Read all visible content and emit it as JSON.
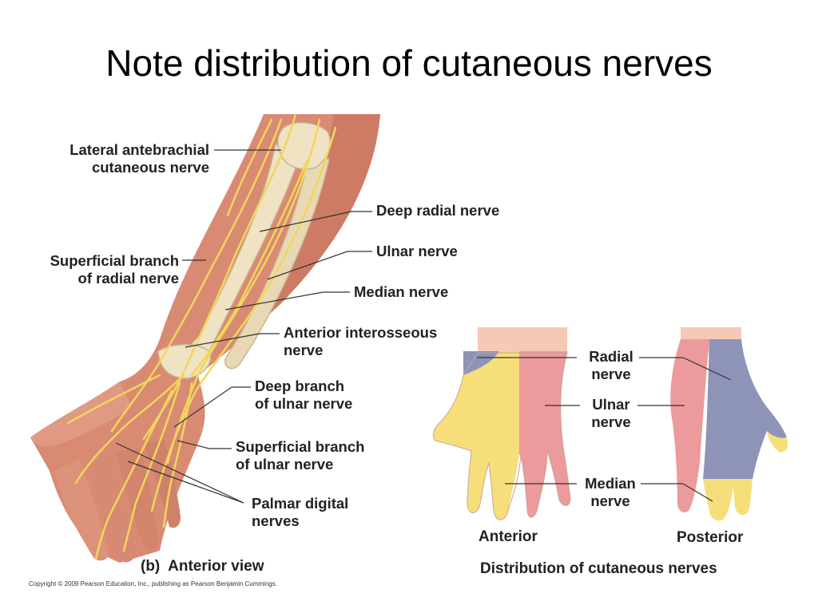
{
  "slide": {
    "title": "Note distribution of cutaneous nerves"
  },
  "arm_labels": {
    "lateral_antebrachial": [
      "Lateral antebrachial",
      "cutaneous nerve"
    ],
    "superficial_radial": [
      "Superficial branch",
      "of radial nerve"
    ],
    "deep_radial": "Deep radial nerve",
    "ulnar": "Ulnar nerve",
    "median": "Median nerve",
    "anterior_interosseous": [
      "Anterior interosseous",
      "nerve"
    ],
    "deep_ulnar": [
      "Deep branch",
      "of ulnar nerve"
    ],
    "superficial_ulnar": [
      "Superficial branch",
      "of ulnar nerve"
    ],
    "palmar_digital": [
      "Palmar digital",
      "nerves"
    ]
  },
  "arm_caption": {
    "letter": "(b)",
    "text": "Anterior view"
  },
  "hand_labels": {
    "radial": [
      "Radial",
      "nerve"
    ],
    "ulnar": [
      "Ulnar",
      "nerve"
    ],
    "median": [
      "Median",
      "nerve"
    ],
    "anterior": "Anterior",
    "posterior": "Posterior",
    "caption": "Distribution of cutaneous nerves"
  },
  "colors": {
    "skin": "#d98a73",
    "bone": "#efe3c4",
    "nerve": "#f1d65a",
    "radial_zone": "#8e93b8",
    "ulnar_zone": "#ec9a9c",
    "median_zone": "#f6de7a",
    "wrist": "#f5c9b6"
  },
  "copyright": "Copyright © 2009 Pearson Education, Inc., publishing as Pearson Benjamin Cummings."
}
